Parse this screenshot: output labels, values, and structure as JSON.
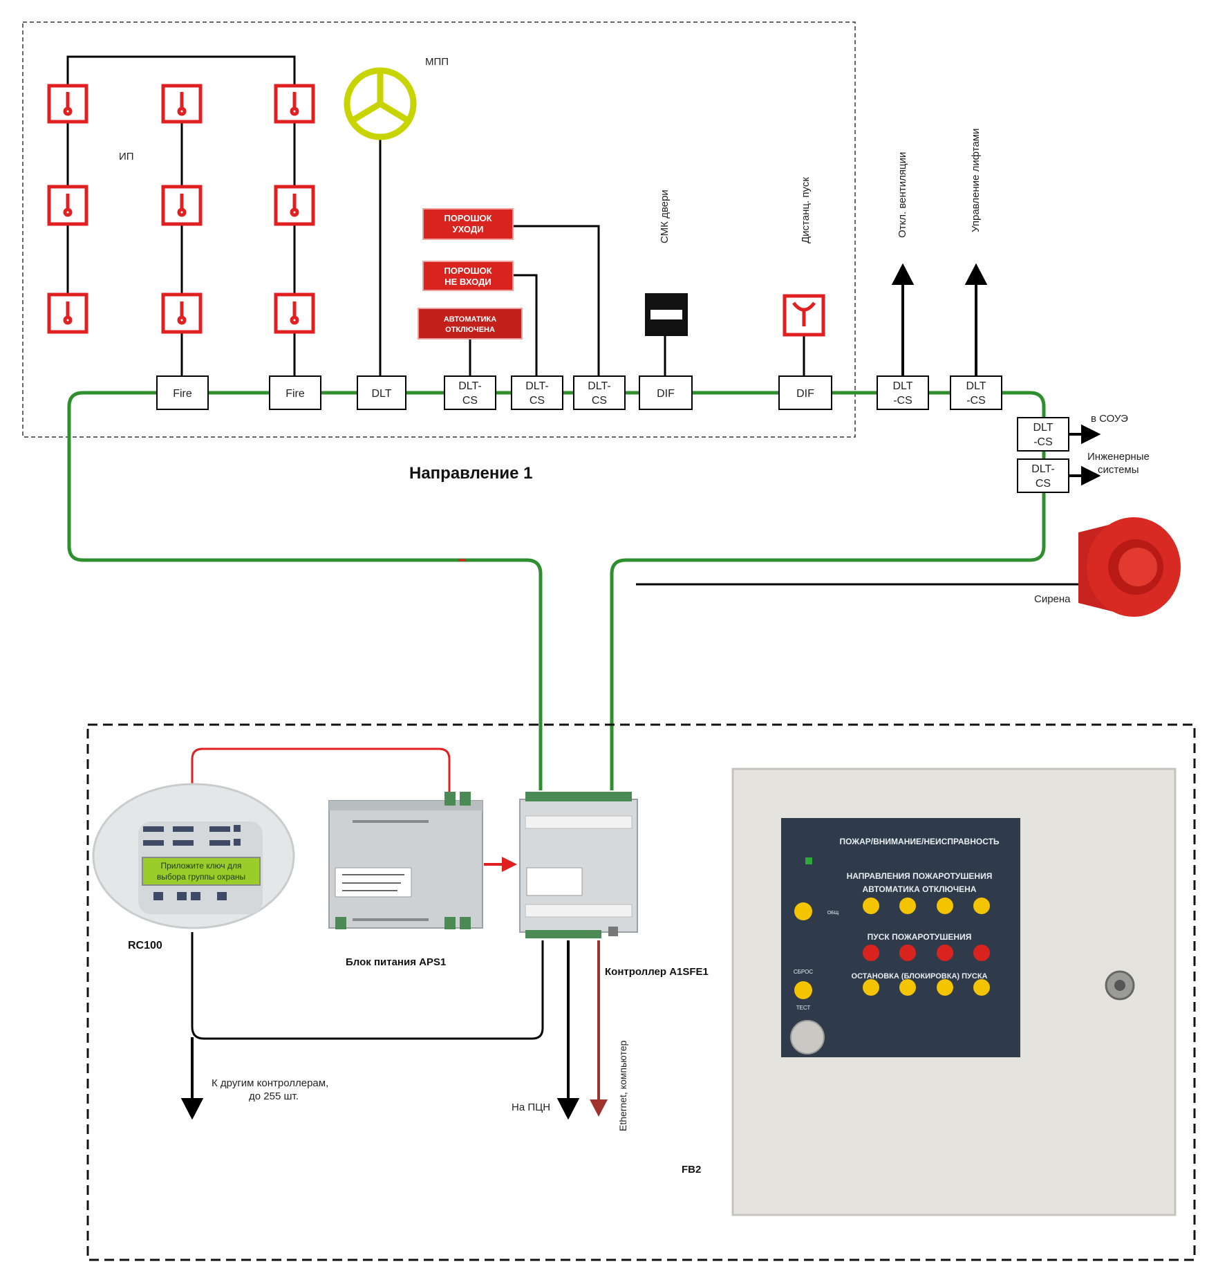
{
  "direction": {
    "title": "Направление 1",
    "detectors_label": "ИП",
    "module_label": "МПП",
    "signs": {
      "leave": [
        "ПОРОШОК",
        "УХОДИ"
      ],
      "no_enter": [
        "ПОРОШОК",
        "НЕ ВХОДИ"
      ],
      "auto_off": [
        "АВТОМАТИКА",
        "ОТКЛЮЧЕНА"
      ]
    },
    "vertical_labels": {
      "door": "СМК двери",
      "remote_start": "Дистанц. пуск",
      "ventilation": "Откл. вентиляции",
      "elevators": "Управление лифтами"
    },
    "bus_modules": {
      "fire1": "Fire",
      "fire2": "Fire",
      "dlt": "DLT",
      "dltcs1": [
        "DLT-",
        "CS"
      ],
      "dltcs2": [
        "DLT-",
        "CS"
      ],
      "dltcs3": [
        "DLT-",
        "CS"
      ],
      "dif1": "DIF",
      "dif2": "DIF",
      "dltcs4": [
        "DLT",
        "-CS"
      ],
      "dltcs5": [
        "DLT",
        "-CS"
      ],
      "dltcs6": [
        "DLT",
        "-CS"
      ],
      "dltcs7": [
        "DLT-",
        "CS"
      ]
    },
    "outputs": {
      "soue": "в СОУЭ",
      "engineering": [
        "Инженерные",
        "системы"
      ],
      "siren": "Сирена"
    }
  },
  "cabinet": {
    "rc100": "RC100",
    "rc100_screen": [
      "Приложите ключ для",
      "выбора группы охраны"
    ],
    "power_supply": "Блок питания APS1",
    "controller": "Контроллер A1SFE1",
    "other_controllers": [
      "К другим контроллерам,",
      "до 255 шт."
    ],
    "pcn": "На ПЦН",
    "ethernet": "Ethernet, компьютер",
    "fb2": "FB2",
    "panel": {
      "row1": "ПОЖАР/ВНИМАНИЕ/НЕИСПРАВНОСТЬ",
      "row2": "НАПРАВЛЕНИЯ ПОЖАРОТУШЕНИЯ",
      "row3": "АВТОМАТИКА ОТКЛЮЧЕНА",
      "row4": "ПУСК ПОЖАРОТУШЕНИЯ",
      "row5": "ОСТАНОВКА (БЛОКИРОВКА) ПУСКА",
      "test_label": "ТЕСТ",
      "reset_label": "СБРОС",
      "common_label": "ОБЩ"
    }
  },
  "colors": {
    "bus": "#2f8f2f",
    "detector": "#e02020",
    "power": "#e02020",
    "ethernet": "#a0322e",
    "panel_bg": "#2f3b4a",
    "module_yellow": "#c8d400"
  }
}
